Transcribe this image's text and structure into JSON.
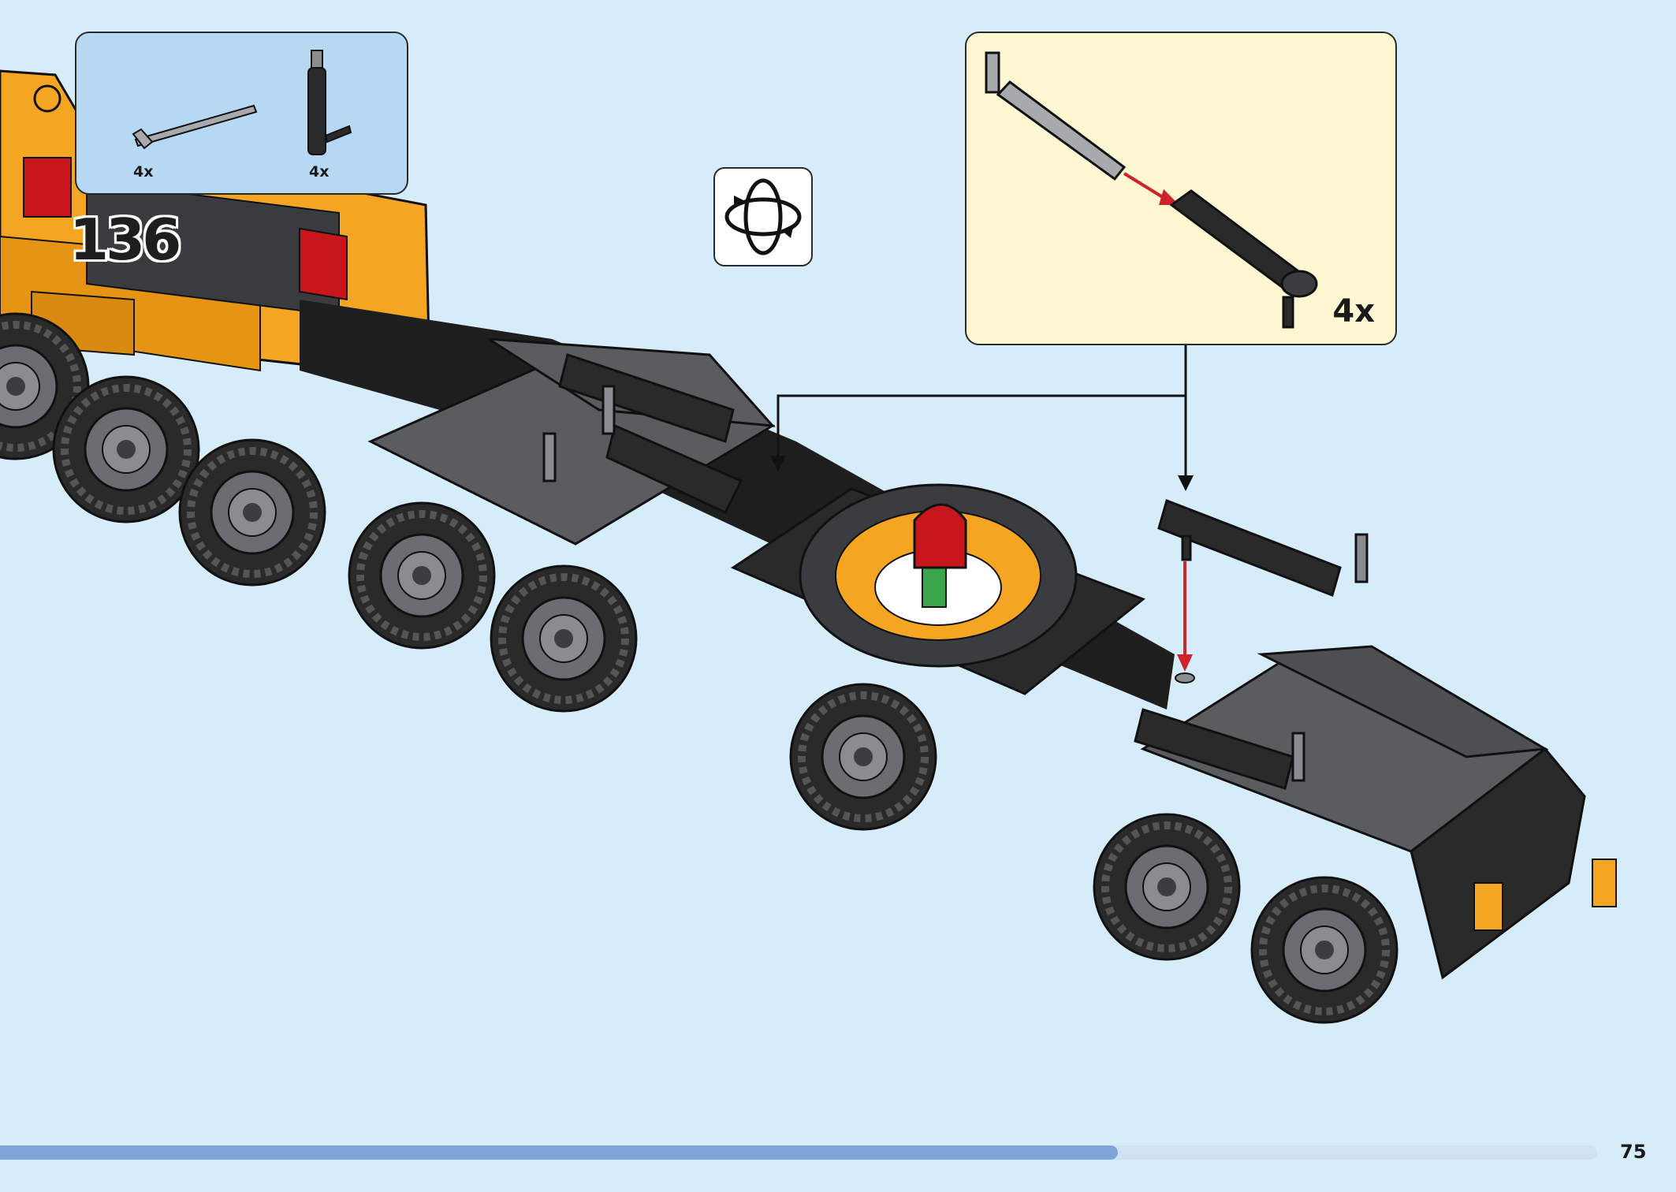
{
  "step": {
    "number": "136"
  },
  "parts_list": {
    "items": [
      {
        "name": "technic-axle-pin-light-gray",
        "quantity": "4x"
      },
      {
        "name": "technic-shock-absorber-black",
        "quantity": "4x"
      }
    ]
  },
  "subassembly": {
    "quantity": "4x"
  },
  "rotate_icon": "rotate-model-icon",
  "progress": {
    "fraction": 0.7
  },
  "page": {
    "number": "75"
  },
  "colors": {
    "background": "#d6ecfb",
    "parts_box": "#b7d8f3",
    "subassembly_box": "#fff6d2",
    "progress_fill": "#7fa4d6",
    "arrow_red": "#d0222b",
    "crane_yellow": "#f4a623",
    "dark_bluish_gray": "#5a5c60",
    "black": "#1e1e1e"
  }
}
